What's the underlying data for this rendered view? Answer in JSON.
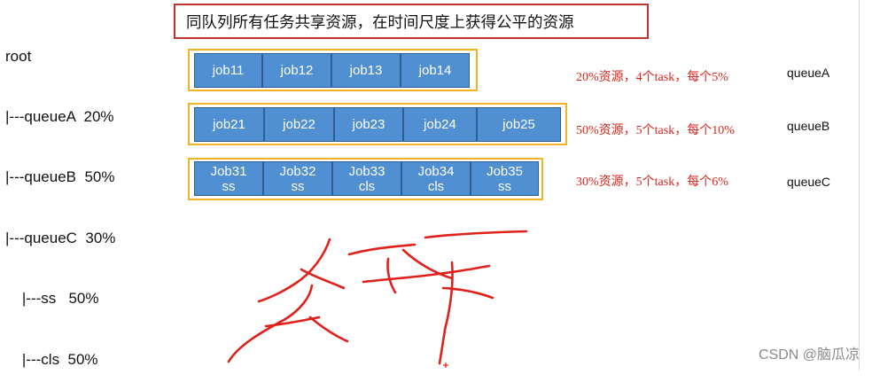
{
  "tree": [
    "root",
    "|---queueA  20%",
    "|---queueB  50%",
    "|---queueC  30%",
    "    |---ss   50%",
    "    |---cls  50%"
  ],
  "title": "同队列所有任务共享资源，在时间尺度上获得公平的资源",
  "queues": [
    {
      "label": "queueA",
      "note": "20%资源，4个task，每个5%",
      "jobs": [
        {
          "line1": "job11",
          "line2": ""
        },
        {
          "line1": "job12",
          "line2": ""
        },
        {
          "line1": "job13",
          "line2": ""
        },
        {
          "line1": "job14",
          "line2": ""
        }
      ]
    },
    {
      "label": "queueB",
      "note": "50%资源，5个task，每个10%",
      "jobs": [
        {
          "line1": "job21",
          "line2": ""
        },
        {
          "line1": "job22",
          "line2": ""
        },
        {
          "line1": "job23",
          "line2": ""
        },
        {
          "line1": "job24",
          "line2": ""
        },
        {
          "line1": "job25",
          "line2": ""
        }
      ]
    },
    {
      "label": "queueC",
      "note": "30%资源，5个task，每个6%",
      "jobs": [
        {
          "line1": "Job31",
          "line2": "ss"
        },
        {
          "line1": "Job32",
          "line2": "ss"
        },
        {
          "line1": "Job33",
          "line2": "cls"
        },
        {
          "line1": "Job34",
          "line2": "cls"
        },
        {
          "line1": "Job35",
          "line2": "ss"
        }
      ]
    }
  ],
  "handwriting": "公平",
  "watermark": "CSDN @脑瓜凉",
  "colors": {
    "job_fill": "#4f8fd2",
    "queue_border": "#f0b323",
    "title_border": "#c0322b",
    "note_text": "#d7261d",
    "ink": "#e0201a"
  }
}
